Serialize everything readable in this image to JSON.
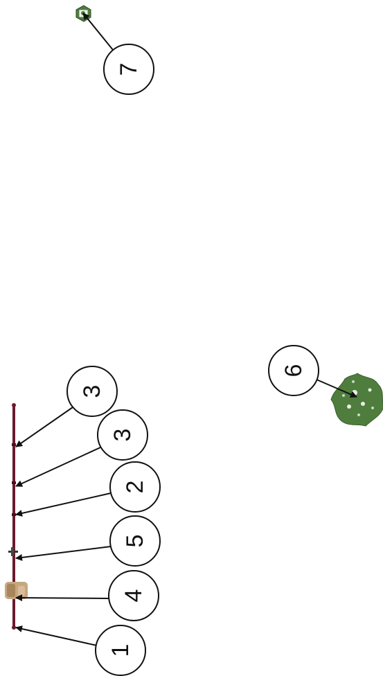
{
  "callouts": [
    {
      "id": "1",
      "label": "1"
    },
    {
      "id": "4",
      "label": "4"
    },
    {
      "id": "5",
      "label": "5"
    },
    {
      "id": "2",
      "label": "2"
    },
    {
      "id": "3a",
      "label": "3"
    },
    {
      "id": "3b",
      "label": "3"
    },
    {
      "id": "6",
      "label": "6"
    },
    {
      "id": "7",
      "label": "7"
    }
  ],
  "colors": {
    "rod": "#6b1a2e",
    "pad": "#c6a781",
    "felt_green": "#4f7d3e",
    "felt_light": "#e7efe0",
    "line": "#111111"
  },
  "parts": {
    "rod": "rod-assembly",
    "pad": "cork-pad",
    "screw": "rod-screw",
    "disc": "felt-disc",
    "tip": "felt-tip"
  }
}
